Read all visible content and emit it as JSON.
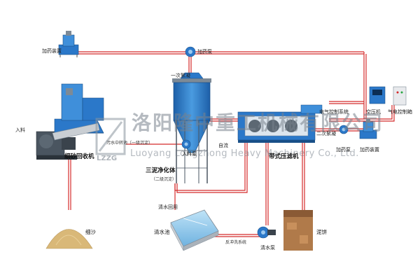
{
  "labels": {
    "dosing_device_top": "加药装置",
    "dosing_pump_top": "加药泵",
    "primary_flocculation": "一次絮凝",
    "inlet": "入料",
    "fine_sand_recovery": "细砂回收机",
    "sewage_tank": "污水中转池（一级沉淀）",
    "triple_sludge_clarifier": "三泥净化体",
    "secondary_settling": "（二级沉淀）",
    "self_flow": "自流",
    "inlet_pump": "入料泵",
    "belt_filter_press": "带式压滤机",
    "electric_control": "电气控制系统",
    "air_compressor": "空压机",
    "gas_control_cabinet": "气电控制箱",
    "secondary_flocculation": "二次絮凝",
    "dosing_pump_right": "加药泵",
    "dosing_device_right": "加药装置",
    "clear_water_return": "清水回用",
    "clear_water_pool": "清水池",
    "backwash_system": "反冲洗系统",
    "clear_water_pump": "清水泵",
    "mud_cake": "泥饼",
    "fine_sand": "细沙"
  },
  "watermark": {
    "chinese": "洛阳隆中重工机械有限公司",
    "english": "Luoyang Longzhong Heavy Machinery Co., Ltd.",
    "logo_text": "LZZG"
  },
  "colors": {
    "pipe_red": "#d42a2a",
    "equipment_blue": "#2b78c9",
    "steel_gray": "#7d8a96",
    "water": "#8fc9ee",
    "sand": "#d9b878",
    "mud": "#b07a4a",
    "watermark": "#8a949e"
  }
}
